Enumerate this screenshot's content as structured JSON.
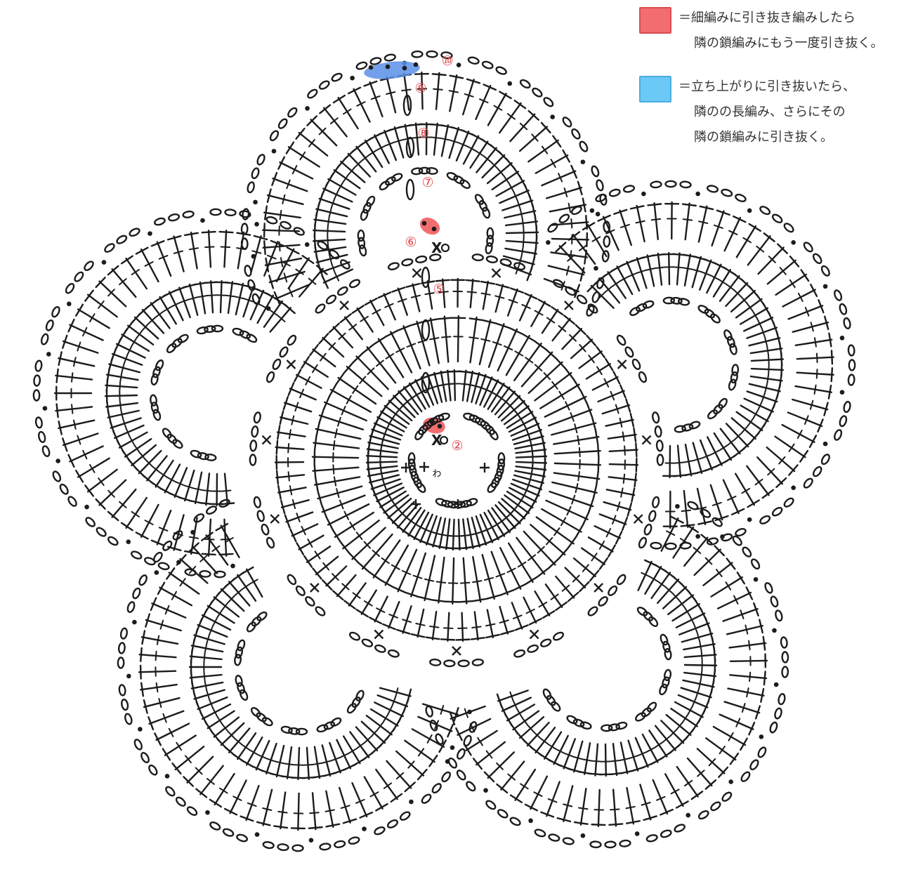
{
  "legend": {
    "red": {
      "color": "#f26d6f",
      "line1": "＝細編みに引き抜き編みしたら",
      "line2": "隣の鎖編みにもう一度引き抜く。"
    },
    "blue": {
      "color": "#6cc8f4",
      "line1": "＝立ち上がりに引き抜いたら、",
      "line2": "隣のの長編み、さらにその",
      "line3": "隣の鎖編みに引き抜く。"
    }
  },
  "diagram": {
    "ring_label": "わ",
    "row_markers": [
      "②",
      "⑤",
      "⑥",
      "⑦",
      "⑧",
      "⑨",
      "⑩"
    ],
    "highlight_red": "#f26d6f",
    "highlight_blue": "#5b8fe6",
    "marker_color": "#e2474b"
  }
}
